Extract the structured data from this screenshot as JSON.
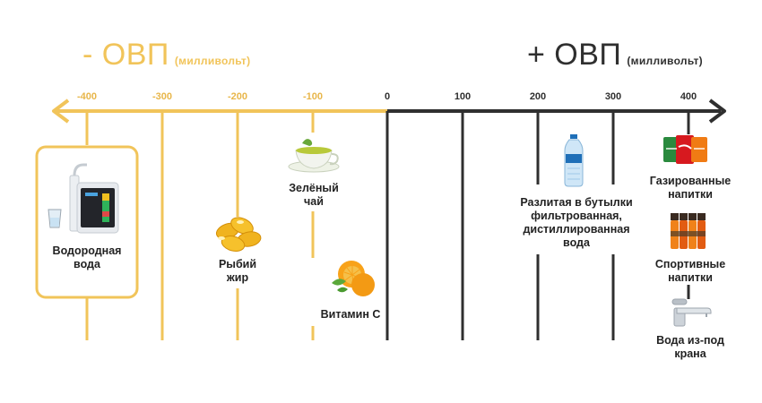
{
  "scale": {
    "neg_title": "- ОВП",
    "neg_unit": "(милливольт)",
    "pos_title": "+ ОВП",
    "pos_unit": "(милливольт)",
    "ticks": [
      "-400",
      "-300",
      "-200",
      "-100",
      "0",
      "100",
      "200",
      "300",
      "400"
    ],
    "colors": {
      "negative": "#f1c45a",
      "positive": "#2f2f2f"
    }
  },
  "items": {
    "hydrogen_water": "Водородная вода",
    "fish_oil": "Рыбий жир",
    "green_tea": "Зелёный чай",
    "vitamin_c": "Витамин C",
    "bottled_water": "Разлитая в бутылки фильтрованная, дистиллированная вода",
    "soda": "Газированные напитки",
    "sports_drinks": "Спортивные напитки",
    "tap_water": "Вода из-под крана"
  }
}
